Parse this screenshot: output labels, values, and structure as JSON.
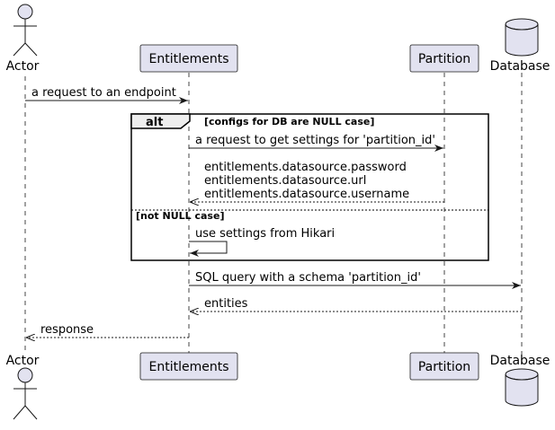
{
  "participants": {
    "actor": "Actor",
    "entitlements": "Entitlements",
    "partition": "Partition",
    "database": "Database"
  },
  "messages": {
    "m1": "a request to an endpoint",
    "m2": "a request to get settings for 'partition_id'",
    "m3_line1": "entitlements.datasource.password",
    "m3_line2": "entitlements.datasource.url",
    "m3_line3": "entitlements.datasource.username",
    "m4": "use settings from Hikari",
    "m5": "SQL query with a schema 'partition_id'",
    "m6": "entities",
    "m7": "response"
  },
  "alt": {
    "keyword": "alt",
    "condition1": "[configs for DB are NULL case]",
    "condition2": "[not NULL case]"
  },
  "colors": {
    "participant_fill": "#E2E2F0",
    "participant_stroke": "#181818",
    "lifeline": "#181818",
    "alt_header_fill": "#EEEEEE"
  }
}
